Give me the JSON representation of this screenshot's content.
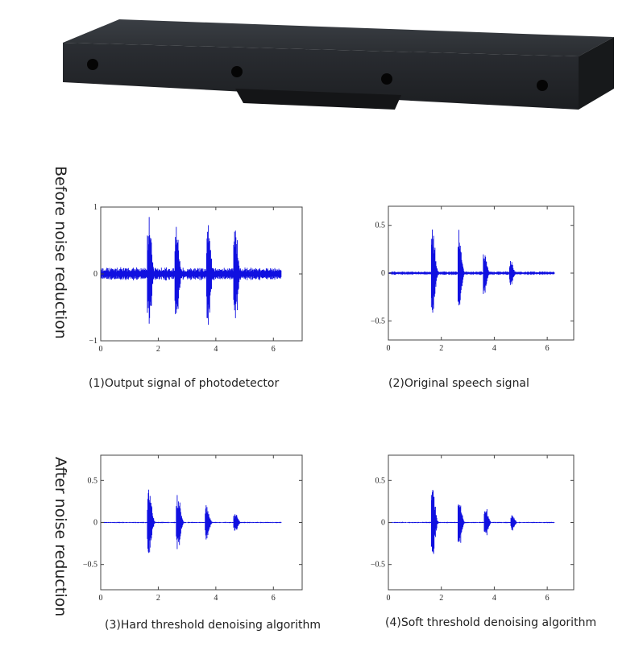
{
  "side_labels": {
    "before": "Before noise reduction",
    "after": "After noise reduction"
  },
  "device": {
    "icon": "photodetector-device-image",
    "body_color": "#23262a"
  },
  "signal_color": "#1010e0",
  "chart_data": [
    {
      "type": "line",
      "caption": "(1)Output signal of photodetector",
      "xlim": [
        0,
        7
      ],
      "ylim": [
        -1,
        1
      ],
      "xticks": [
        0,
        2,
        4,
        6
      ],
      "yticks": [
        -1,
        0,
        1
      ],
      "xtick_labels": [
        "0",
        "2",
        "4",
        "6"
      ],
      "ytick_labels": [
        "−1",
        "0",
        "1"
      ],
      "grid": false,
      "baseline_noise": 0.1,
      "x_end": 6.28,
      "bursts": [
        {
          "center": 1.7,
          "amplitude": 0.98
        },
        {
          "center": 2.65,
          "amplitude": 0.95
        },
        {
          "center": 3.75,
          "amplitude": 0.88
        },
        {
          "center": 4.7,
          "amplitude": 0.85
        }
      ]
    },
    {
      "type": "line",
      "caption": "(2)Original speech signal",
      "xlim": [
        0,
        7
      ],
      "ylim": [
        -0.7,
        0.7
      ],
      "xticks": [
        0,
        2,
        4,
        6
      ],
      "yticks": [
        -0.5,
        0,
        0.5
      ],
      "xtick_labels": [
        "0",
        "2",
        "4",
        "6"
      ],
      "ytick_labels": [
        "−0.5",
        "0",
        "0.5"
      ],
      "grid": false,
      "baseline_noise": 0.02,
      "x_end": 6.28,
      "bursts": [
        {
          "center": 1.7,
          "amplitude": 0.5
        },
        {
          "center": 2.7,
          "amplitude": 0.47
        },
        {
          "center": 3.65,
          "amplitude": 0.3
        },
        {
          "center": 4.65,
          "amplitude": 0.15
        }
      ]
    },
    {
      "type": "line",
      "caption": "(3)Hard threshold denoising algorithm",
      "xlim": [
        0,
        7
      ],
      "ylim": [
        -0.8,
        0.8
      ],
      "xticks": [
        0,
        2,
        4,
        6
      ],
      "yticks": [
        -0.5,
        0,
        0.5
      ],
      "xtick_labels": [
        "0",
        "2",
        "4",
        "6"
      ],
      "ytick_labels": [
        "−0.5",
        "0",
        "0.5"
      ],
      "grid": false,
      "baseline_noise": 0.008,
      "x_end": 6.28,
      "bursts": [
        {
          "center": 1.7,
          "amplitude": 0.48
        },
        {
          "center": 2.7,
          "amplitude": 0.4
        },
        {
          "center": 3.7,
          "amplitude": 0.25
        },
        {
          "center": 4.7,
          "amplitude": 0.12
        }
      ]
    },
    {
      "type": "line",
      "caption": "(4)Soft threshold denoising algorithm",
      "xlim": [
        0,
        7
      ],
      "ylim": [
        -0.8,
        0.8
      ],
      "xticks": [
        0,
        2,
        4,
        6
      ],
      "yticks": [
        -0.5,
        0,
        0.5
      ],
      "xtick_labels": [
        "0",
        "2",
        "4",
        "6"
      ],
      "ytick_labels": [
        "−0.5",
        "0",
        "0.5"
      ],
      "grid": false,
      "baseline_noise": 0.008,
      "x_end": 6.28,
      "bursts": [
        {
          "center": 1.7,
          "amplitude": 0.5
        },
        {
          "center": 2.7,
          "amplitude": 0.35
        },
        {
          "center": 3.7,
          "amplitude": 0.22
        },
        {
          "center": 4.7,
          "amplitude": 0.12
        }
      ]
    }
  ]
}
